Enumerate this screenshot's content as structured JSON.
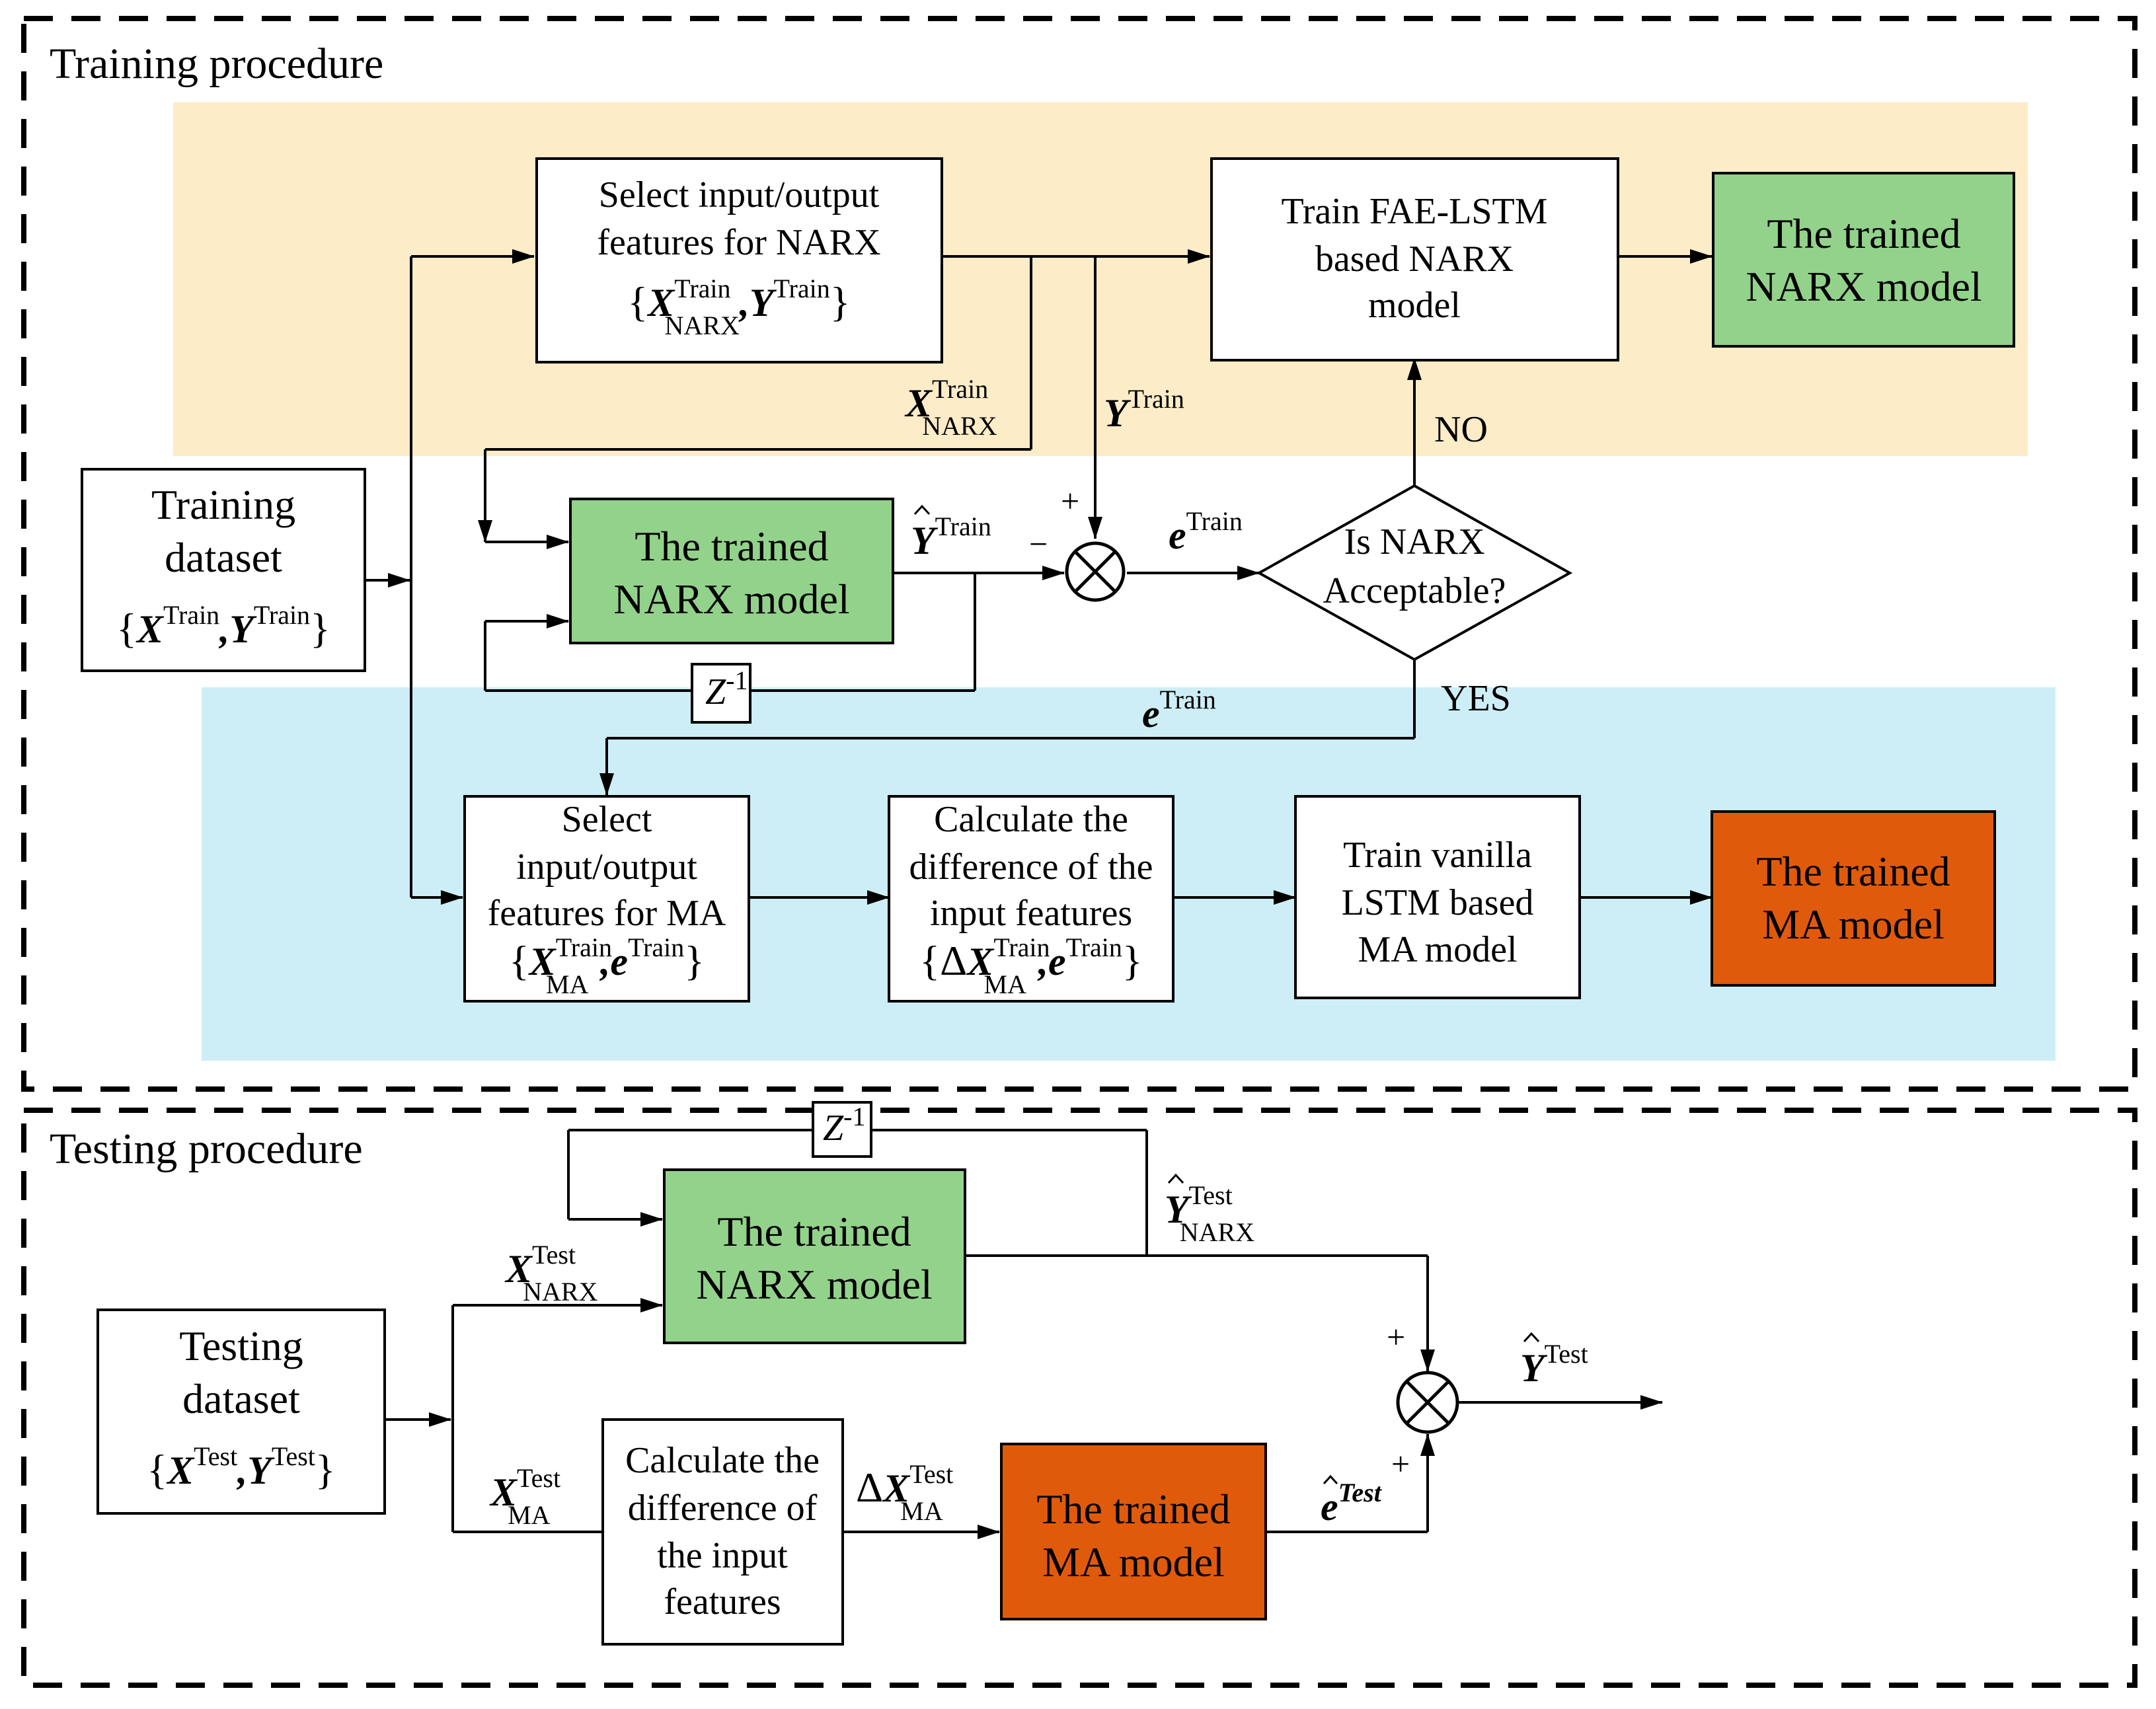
{
  "sections": {
    "training": {
      "title": "Training procedure",
      "zone_color": "#fcecc8",
      "zone2_color": "#cdeef6"
    },
    "testing": {
      "title": "Testing procedure"
    }
  },
  "colors": {
    "green": "#93d28b",
    "orange": "#e05a0c"
  },
  "boxes": {
    "training_dataset": {
      "line1": "Training",
      "line2": "dataset",
      "math": "{X",
      "sup1": "Train",
      "mid": ",Y",
      "sup2": "Train",
      "end": "}"
    },
    "select_narx": {
      "line1": "Select input/output",
      "line2": "features  for NARX"
    },
    "train_fae": {
      "line1": "Train  FAE-LSTM",
      "line2": "based NARX",
      "line3": "model"
    },
    "trained_narx_1": {
      "line1": "The trained",
      "line2": "NARX model"
    },
    "trained_narx_2": {
      "line1": "The trained",
      "line2": "NARX model"
    },
    "decision": {
      "line1": "Is NARX",
      "line2": "Acceptable?"
    },
    "select_ma": {
      "line1": "Select",
      "line2": "input/output",
      "line3": "features  for MA"
    },
    "calc_diff_train": {
      "line1": "Calculate  the",
      "line2": "difference  of the",
      "line3": "input  features"
    },
    "train_vanilla": {
      "line1": "Train  vanilla",
      "line2": "LSTM based",
      "line3": "MA model"
    },
    "trained_ma_1": {
      "line1": "The trained",
      "line2": "MA model"
    },
    "testing_dataset": {
      "line1": "Testing",
      "line2": "dataset"
    },
    "trained_narx_test": {
      "line1": "The trained",
      "line2": "NARX model"
    },
    "calc_diff_test": {
      "line1": "Calculate  the",
      "line2": "difference  of",
      "line3": "the  input",
      "line4": "features"
    },
    "trained_ma_test": {
      "line1": "The trained",
      "line2": "MA model"
    }
  },
  "labels": {
    "no": "NO",
    "yes": "YES",
    "plus": "+",
    "minus": "−",
    "z_inv": "Z",
    "z_sup": "-1",
    "x": "X",
    "y": "Y",
    "e": "e",
    "delta": "Δ",
    "sub_narx": "NARX",
    "sub_ma": "MA",
    "train": "Train",
    "test": "Test",
    "test_italic": "Test",
    "lbrace": "{",
    "rbrace": "}",
    "comma": ","
  }
}
